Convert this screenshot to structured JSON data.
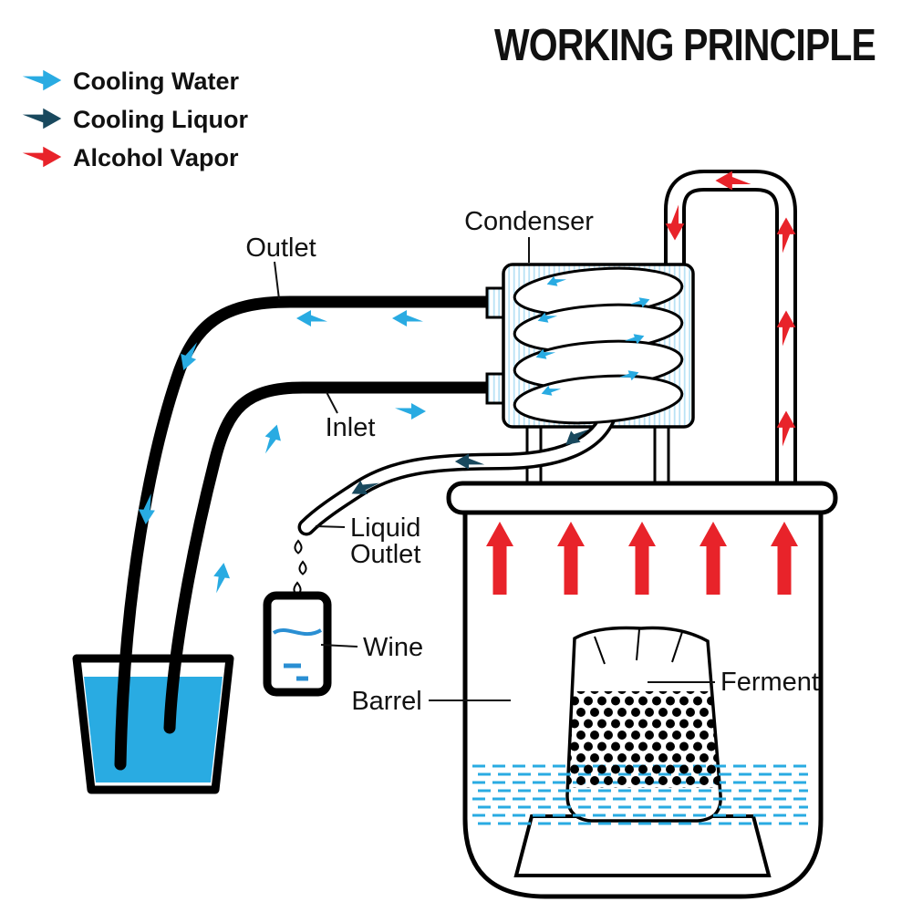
{
  "title": "WORKING PRINCIPLE",
  "legend": {
    "items": [
      {
        "label": "Cooling Water",
        "color": "#29abe2"
      },
      {
        "label": "Cooling Liquor",
        "color": "#19495e"
      },
      {
        "label": "Alcohol Vapor",
        "color": "#e8232a"
      }
    ]
  },
  "labels": {
    "condenser": "Condenser",
    "outlet": "Outlet",
    "inlet": "Inlet",
    "liquid_outlet_line1": "Liquid",
    "liquid_outlet_line2": "Outlet",
    "wine": "Wine",
    "barrel": "Barrel",
    "ferment": "Ferment"
  },
  "colors": {
    "cooling_water": "#29abe2",
    "cooling_liquor": "#19495e",
    "alcohol_vapor": "#e8232a",
    "bucket_water": "#29abe2",
    "outline": "#000000"
  }
}
